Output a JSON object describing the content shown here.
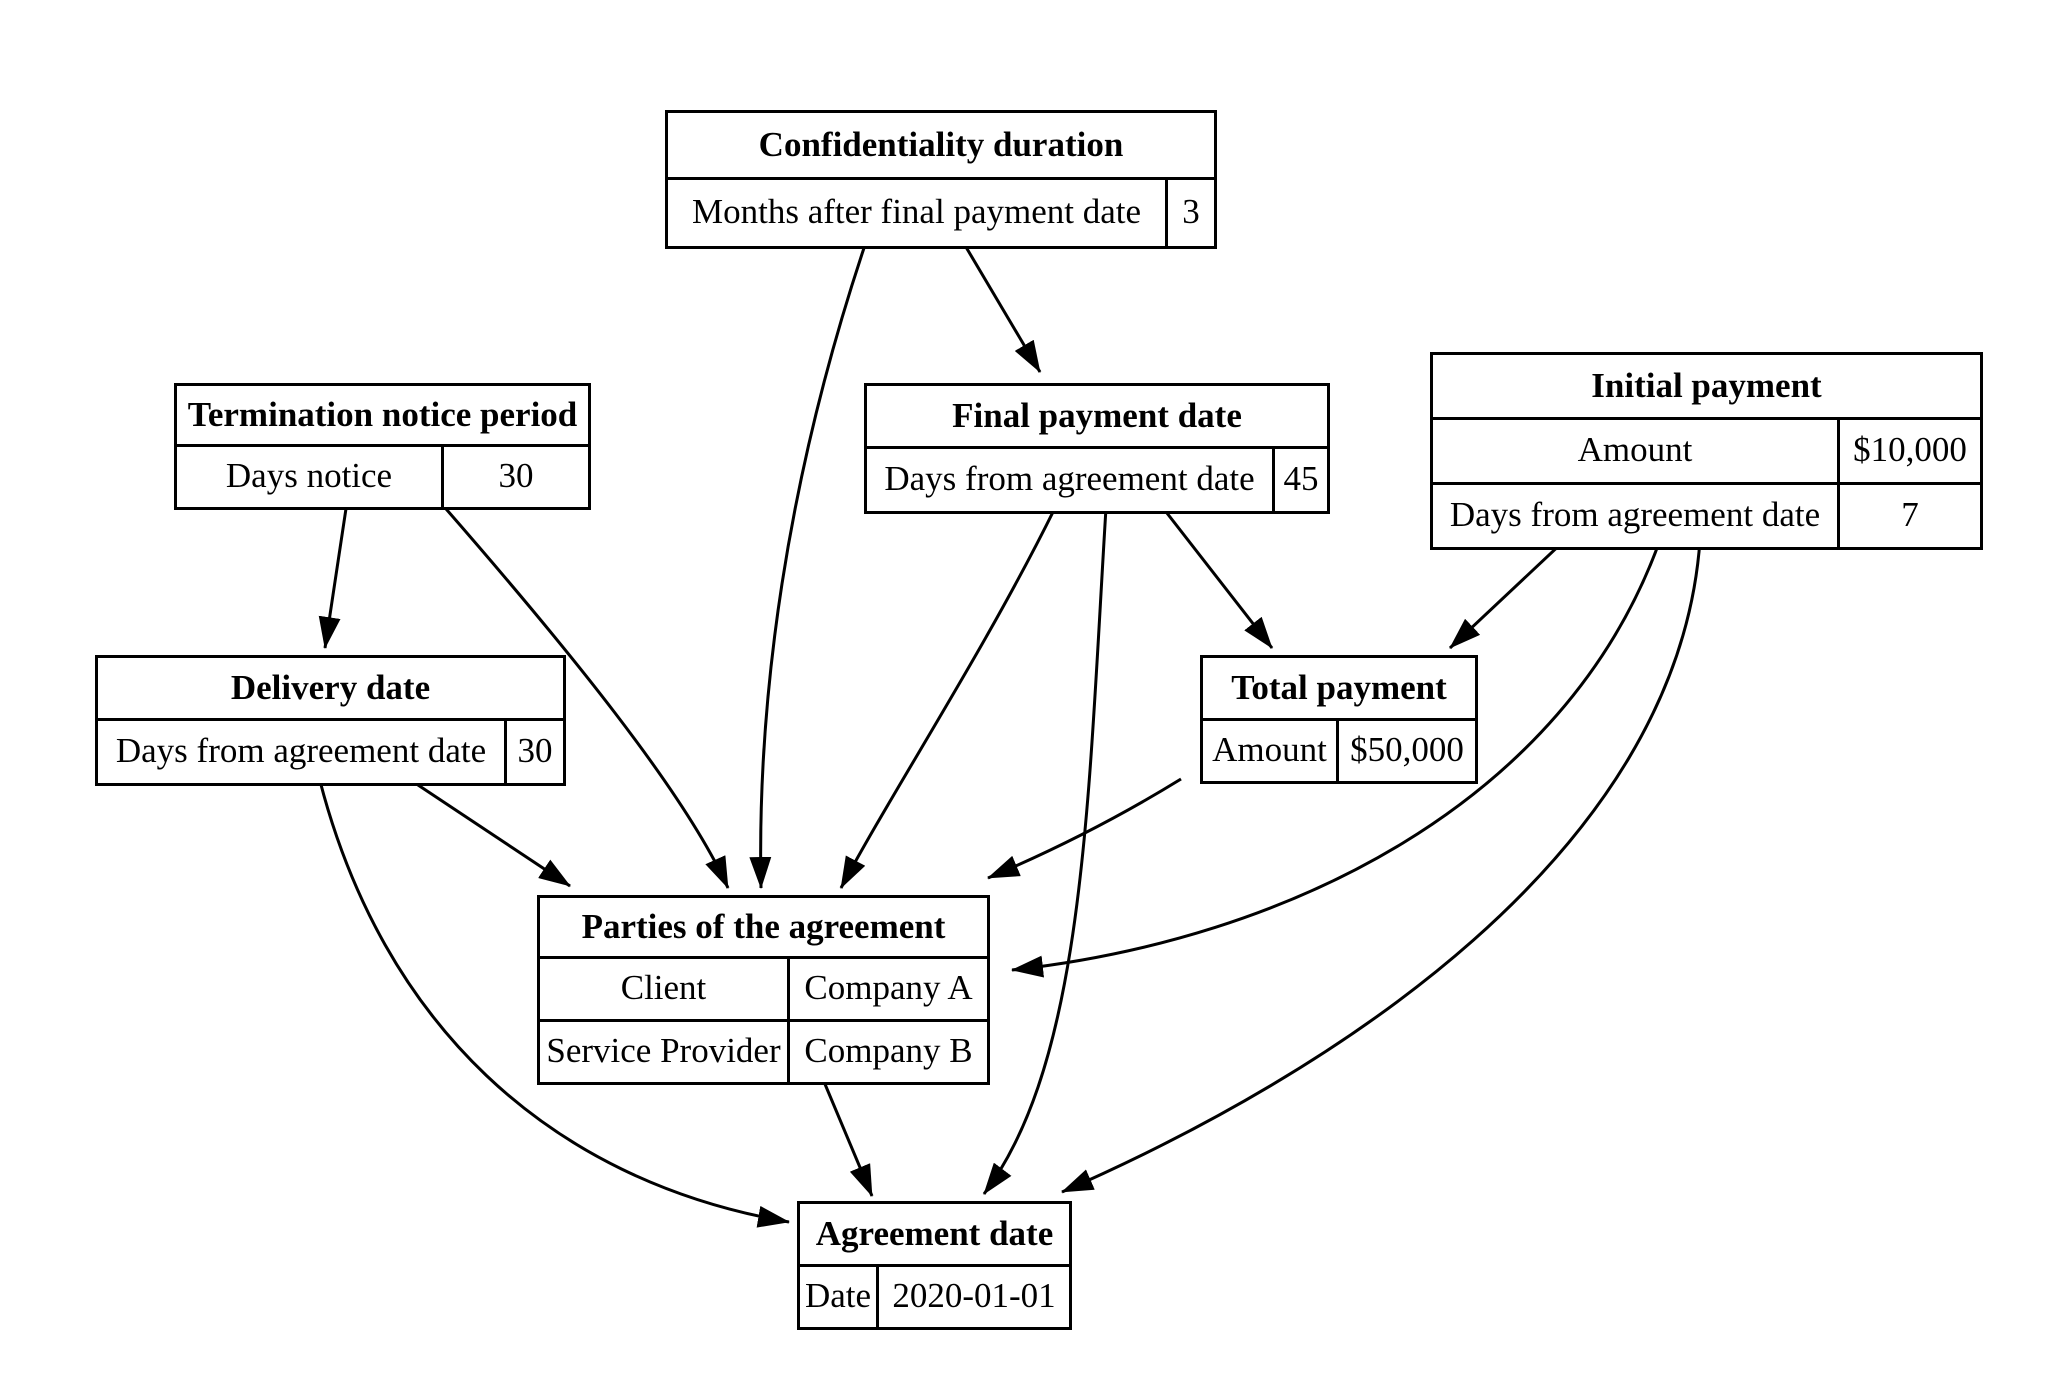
{
  "diagram": {
    "background_color": "#ffffff",
    "line_color": "#000000",
    "text_color": "#000000"
  },
  "nodes": [
    {
      "id": "confidentiality-duration",
      "title": "Confidentiality duration",
      "rows": [
        [
          "Months after final payment date",
          "3"
        ]
      ]
    },
    {
      "id": "termination-notice-period",
      "title": "Termination notice period",
      "rows": [
        [
          "Days notice",
          "30"
        ]
      ]
    },
    {
      "id": "final-payment-date",
      "title": "Final payment date",
      "rows": [
        [
          "Days from agreement date",
          "45"
        ]
      ]
    },
    {
      "id": "initial-payment",
      "title": "Initial payment",
      "rows": [
        [
          "Amount",
          "$10,000"
        ],
        [
          "Days from agreement date",
          "7"
        ]
      ]
    },
    {
      "id": "delivery-date",
      "title": "Delivery date",
      "rows": [
        [
          "Days from agreement date",
          "30"
        ]
      ]
    },
    {
      "id": "total-payment",
      "title": "Total payment",
      "rows": [
        [
          "Amount",
          "$50,000"
        ]
      ]
    },
    {
      "id": "parties-of-the-agreement",
      "title": "Parties of the agreement",
      "rows": [
        [
          "Client",
          "Company A"
        ],
        [
          "Service Provider",
          "Company B"
        ]
      ]
    },
    {
      "id": "agreement-date",
      "title": "Agreement date",
      "rows": [
        [
          "Date",
          "2020-01-01"
        ]
      ]
    }
  ],
  "edges": [
    {
      "from": "confidentiality-duration",
      "to": "final-payment-date"
    },
    {
      "from": "confidentiality-duration",
      "to": "parties-of-the-agreement"
    },
    {
      "from": "termination-notice-period",
      "to": "delivery-date"
    },
    {
      "from": "termination-notice-period",
      "to": "parties-of-the-agreement"
    },
    {
      "from": "final-payment-date",
      "to": "total-payment"
    },
    {
      "from": "final-payment-date",
      "to": "parties-of-the-agreement"
    },
    {
      "from": "final-payment-date",
      "to": "agreement-date"
    },
    {
      "from": "initial-payment",
      "to": "total-payment"
    },
    {
      "from": "initial-payment",
      "to": "parties-of-the-agreement"
    },
    {
      "from": "initial-payment",
      "to": "agreement-date"
    },
    {
      "from": "delivery-date",
      "to": "parties-of-the-agreement"
    },
    {
      "from": "delivery-date",
      "to": "agreement-date"
    },
    {
      "from": "total-payment",
      "to": "parties-of-the-agreement"
    },
    {
      "from": "parties-of-the-agreement",
      "to": "agreement-date"
    }
  ]
}
